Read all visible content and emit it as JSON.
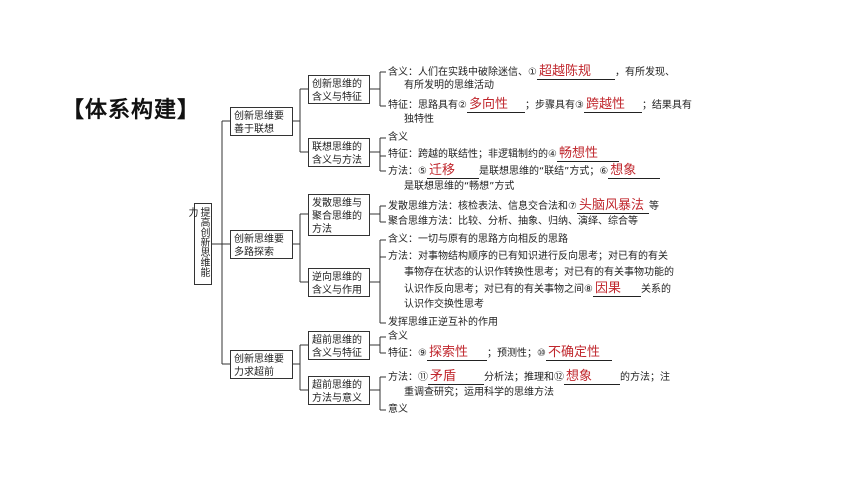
{
  "heading": "【体系构建】",
  "root": "提高创新思维能力",
  "level1": [
    "创新思维要善于联想",
    "创新思维要多路探索",
    "创新思维要力求超前"
  ],
  "level2": [
    "创新思维的含义与特征",
    "联想思维的含义与方法",
    "发散思维与聚合思维的方法",
    "逆向思维的含义与作用",
    "超前思维的含义与特征",
    "超前思维的方法与意义"
  ],
  "leaves": {
    "l1a": "含义：人们在实践中破除迷信、①",
    "l1b": "，有所发现、",
    "l1c": "有所发明的思维活动",
    "l2a": "特征：思路具有②",
    "l2b": "；步骤具有③",
    "l2c": "；结果具有",
    "l2d": "独特性",
    "l3": "含义",
    "l4a": "特征：跨越的联结性；非逻辑制约的④",
    "l5a": "方法：⑤",
    "l5b": "是联想思维的“联结”方式；⑥",
    "l5c": "是联想思维的“畅想”方式",
    "l6a": "发散思维方法：核检表法、信息交合法和⑦",
    "l6b": "等",
    "l7": "聚合思维方法：比较、分析、抽象、归纳、演绎、综合等",
    "l8": "含义：一切与原有的思路方向相反的思路",
    "l9a": "方法：对事物结构顺序的已有知识进行反向思考；对已有的有关",
    "l9b": "事物存在状态的认识作转换性思考；对已有的有关事物功能的",
    "l9c": "认识作反向思考；对已有的有关事物之间⑧",
    "l9d": "关系的",
    "l9e": "认识作交换性思考",
    "l10": "发挥思维正逆互补的作用",
    "l11": "含义",
    "l12a": "特征：⑨",
    "l12b": "；预测性；⑩",
    "l13a": "方法：⑪",
    "l13b": "分析法；推理和⑫",
    "l13c": "的方法；注",
    "l13d": "重调查研究；运用科学的思维方法",
    "l14": "意义"
  },
  "answers": {
    "a1": "超越陈规",
    "a2": "多向性",
    "a3": "跨越性",
    "a4": "畅想性",
    "a5": "迁移",
    "a6": "想象",
    "a7": "头脑风暴法",
    "a8": "因果",
    "a9": "探索性",
    "a10": "不确定性",
    "a11": "矛盾",
    "a12": "想象"
  },
  "colors": {
    "answer": "#c0272d",
    "line": "#333333"
  }
}
